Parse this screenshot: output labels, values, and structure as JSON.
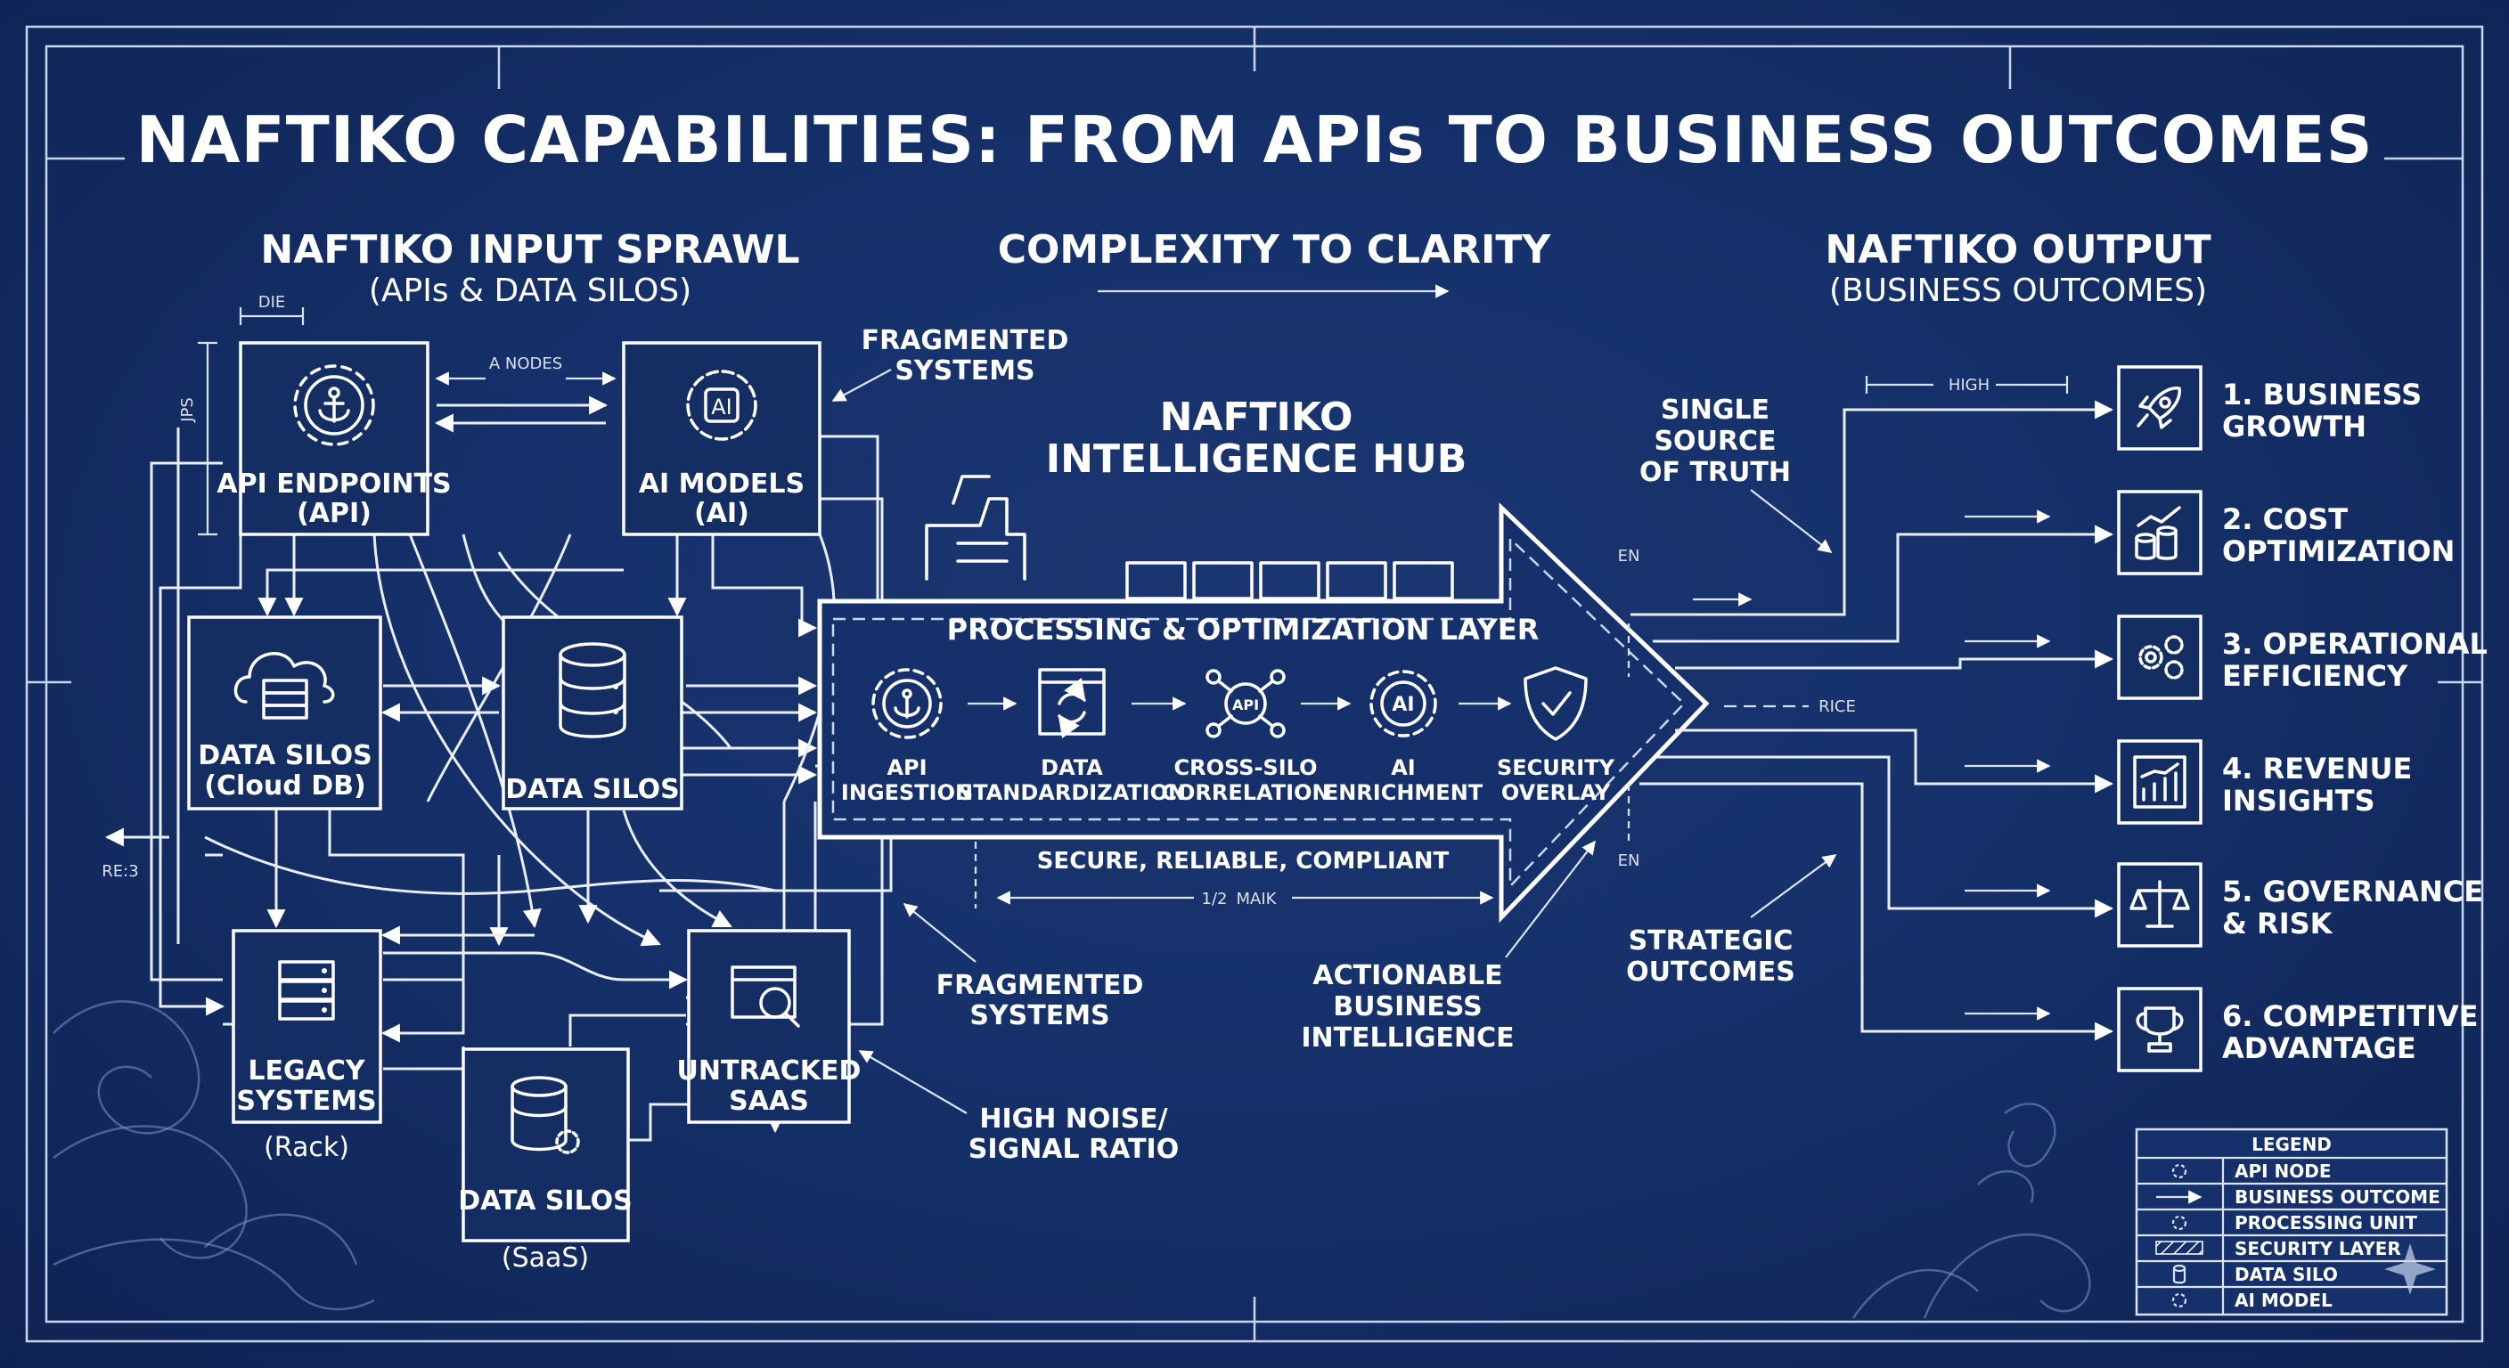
{
  "title": "NAFTIKO CAPABILITIES: FROM APIs TO BUSINESS OUTCOMES",
  "input": {
    "heading": "NAFTIKO INPUT SPRAWL",
    "subheading": "(APIs & DATA SILOS)",
    "nodes": {
      "api_endpoints": [
        "API ENDPOINTS",
        "(API)"
      ],
      "ai_models": [
        "AI MODELS",
        "(AI)"
      ],
      "data_silos_cloud": [
        "DATA SILOS",
        "(Cloud DB)"
      ],
      "data_silos_center": [
        "DATA SILOS"
      ],
      "legacy": [
        "LEGACY",
        "SYSTEMS"
      ],
      "legacy_sub": "(Rack)",
      "data_silos_saas": [
        "DATA SILOS"
      ],
      "data_silos_saas_sub": "(SaaS)",
      "untracked": [
        "UNTRACKED",
        "SAAS"
      ]
    },
    "dim_labels": {
      "die": "DIE",
      "jps": "JPS",
      "nodes": "A  NODES",
      "re": "RE:3"
    }
  },
  "center": {
    "heading": "COMPLEXITY TO CLARITY",
    "hub_title": [
      "NAFTIKO",
      "INTELLIGENCE HUB"
    ],
    "layer_title": "PROCESSING & OPTIMIZATION LAYER",
    "steps": [
      {
        "icon": "anchor-gear-icon",
        "label": [
          "API",
          "INGESTION"
        ]
      },
      {
        "icon": "refresh-window-icon",
        "label": [
          "DATA",
          "STANDARDIZATION"
        ]
      },
      {
        "icon": "network-api-icon",
        "label": [
          "CROSS-SILO",
          "CORRELATION"
        ]
      },
      {
        "icon": "ai-gear-icon",
        "label": [
          "AI",
          "ENRICHMENT"
        ]
      },
      {
        "icon": "shield-check-icon",
        "label": [
          "SECURITY",
          "OVERLAY"
        ]
      }
    ],
    "bottom_note": "SECURE, RELIABLE, COMPLIANT",
    "dim_note": "MAIK",
    "dim_fraction": "1/2",
    "side_labels": {
      "en_top": "EN",
      "en_bottom": "EN",
      "rice": "RICE",
      "high": "HIGH"
    }
  },
  "annotations": {
    "fragmented_top": [
      "FRAGMENTED",
      "SYSTEMS"
    ],
    "fragmented_bottom": [
      "FRAGMENTED",
      "SYSTEMS"
    ],
    "noise": [
      "HIGH NOISE/",
      "SIGNAL RATIO"
    ],
    "actionable": [
      "ACTIONABLE",
      "BUSINESS",
      "INTELLIGENCE"
    ],
    "single_source": [
      "SINGLE",
      "SOURCE",
      "OF TRUTH"
    ],
    "strategic": [
      "STRATEGIC",
      "OUTCOMES"
    ]
  },
  "output": {
    "heading": "NAFTIKO OUTPUT",
    "subheading": "(BUSINESS OUTCOMES)",
    "items": [
      {
        "icon": "rocket-icon",
        "label": [
          "1. BUSINESS",
          "GROWTH"
        ]
      },
      {
        "icon": "coins-chart-icon",
        "label": [
          "2. COST",
          "OPTIMIZATION"
        ]
      },
      {
        "icon": "gears-icon",
        "label": [
          "3. OPERATIONAL",
          "EFFICIENCY"
        ]
      },
      {
        "icon": "bar-chart-icon",
        "label": [
          "4. REVENUE",
          "INSIGHTS"
        ]
      },
      {
        "icon": "scales-icon",
        "label": [
          "5. GOVERNANCE",
          "& RISK"
        ]
      },
      {
        "icon": "trophy-icon",
        "label": [
          "6. COMPETITIVE",
          "ADVANTAGE"
        ]
      }
    ]
  },
  "legend": {
    "title": "LEGEND",
    "items": [
      {
        "icon": "gear-icon",
        "label": "API NODE"
      },
      {
        "icon": "arrow-icon",
        "label": "BUSINESS OUTCOME"
      },
      {
        "icon": "gear-icon",
        "label": "PROCESSING UNIT"
      },
      {
        "icon": "hatch-icon",
        "label": "SECURITY LAYER"
      },
      {
        "icon": "database-icon",
        "label": "DATA SILO"
      },
      {
        "icon": "ai-icon",
        "label": "AI MODEL"
      }
    ]
  },
  "colors": {
    "background": "#15306a",
    "line": "#ffffff",
    "accent": "#dbe4f5"
  }
}
